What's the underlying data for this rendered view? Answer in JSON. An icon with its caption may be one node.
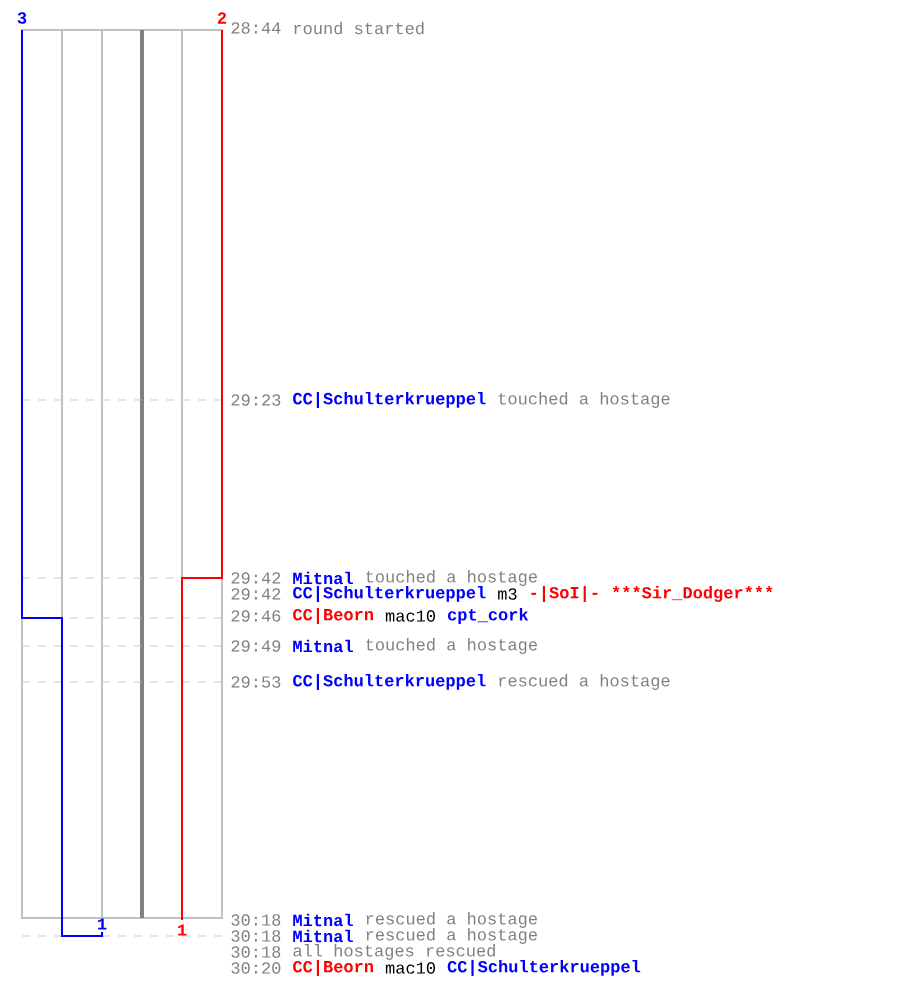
{
  "diagram": {
    "labels": [
      "3",
      "2",
      "28:44",
      "round started",
      "29:23",
      "CC|Schulterkrueppel",
      "touched a hostage",
      "29:42",
      "Mitnal",
      "touched a hostage",
      "29:42",
      "CC|Schulterkrueppel",
      "m3",
      "-|SoI|-",
      "***Sir_Dodger***",
      "29:46",
      "CC|Beorn",
      "mac10",
      "cpt_cork",
      "29:49",
      "Mitnal",
      "touched a hostage",
      "29:53",
      "CC|Schulterkrueppel",
      "rescued a hostage",
      "1",
      "1",
      "30:18",
      "Mitnal",
      "rescued a hostage",
      "30:18",
      "Mitnal",
      "rescued a hostage",
      "30:18",
      "all hostages rescued",
      "30:20",
      "CC|Beorn",
      "mac10",
      "CC|Schulterkrueppel"
    ]
  }
}
